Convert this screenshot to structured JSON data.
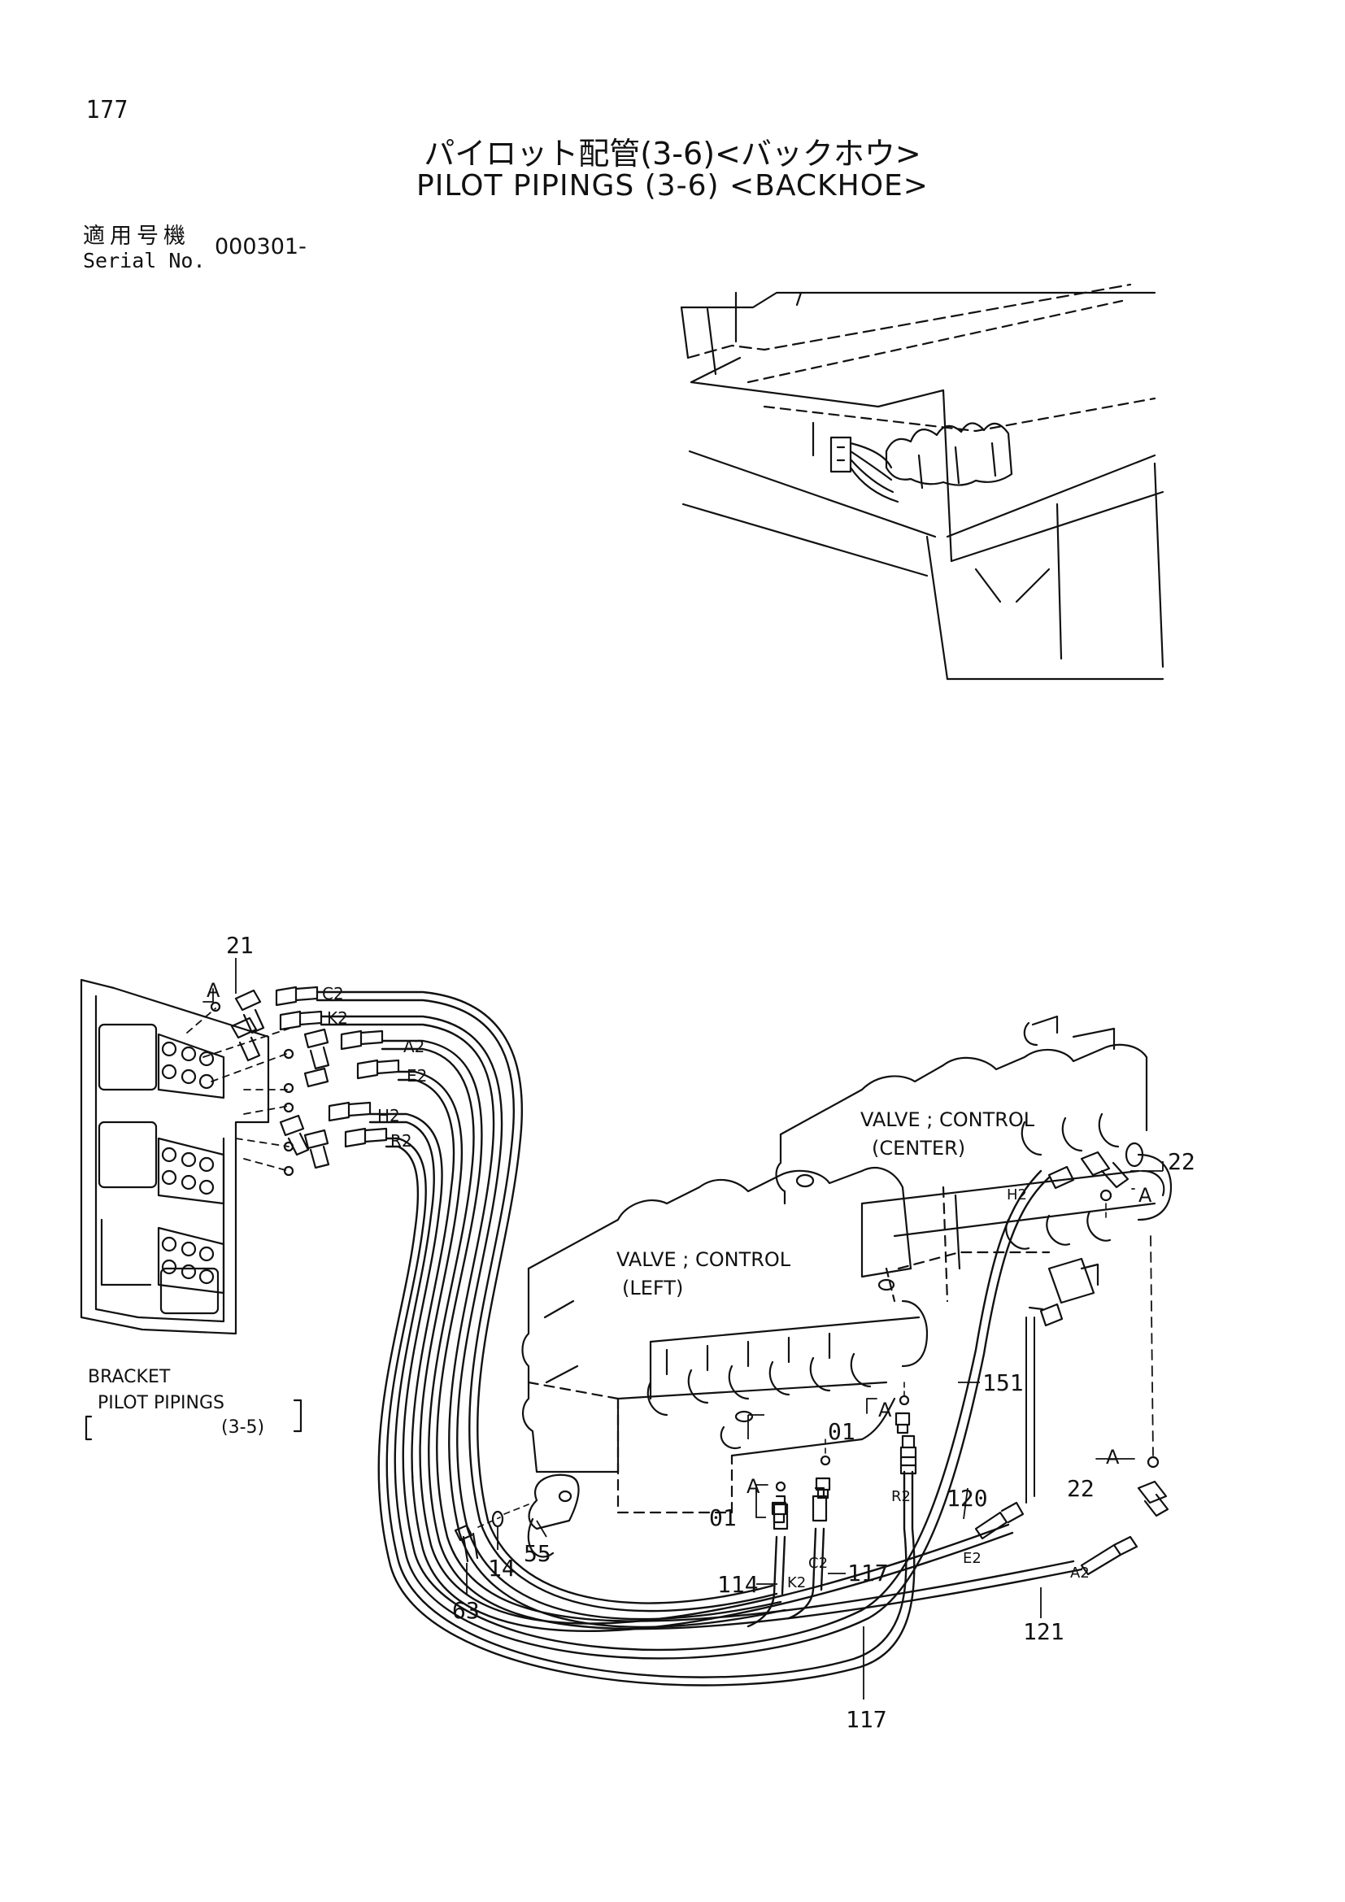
{
  "page_number": "177",
  "title_jp": "パイロット配管(3-6)<バックホウ>",
  "title_en": "PILOT PIPINGS (3-6) <BACKHOE>",
  "serial_label_jp": "適用号機",
  "serial_label_en": "Serial No.",
  "serial_value": "000301-",
  "valve_left": [
    "VALVE ; CONTROL",
    "(LEFT)"
  ],
  "valve_center": [
    "VALVE ; CONTROL",
    "(CENTER)"
  ],
  "bracket_note": [
    "BRACKET",
    "PILOT PIPINGS",
    "(3-5)"
  ],
  "hose_tags": [
    "C2",
    "K2",
    "A2",
    "E2",
    "H2",
    "R2"
  ],
  "callouts": {
    "p21": "21",
    "p22a": "22",
    "p22b": "22",
    "p151": "151",
    "p120": "120",
    "p121": "121",
    "p117a": "117",
    "p117b": "117",
    "p114": "114",
    "p55": "55",
    "p14": "14",
    "p63": "63",
    "p01a": "01",
    "p01b": "01",
    "marker": "A"
  },
  "colors": {
    "ink": "#111111",
    "paper": "#ffffff"
  }
}
